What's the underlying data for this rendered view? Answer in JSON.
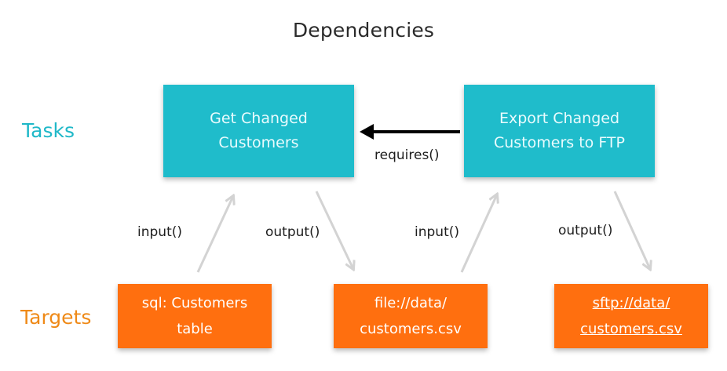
{
  "title": "Dependencies",
  "rows": {
    "tasks": "Tasks",
    "targets": "Targets"
  },
  "tasks": [
    {
      "line1": "Get Changed",
      "line2": "Customers"
    },
    {
      "line1": "Export Changed",
      "line2": "Customers to FTP"
    }
  ],
  "targets": [
    {
      "line1": "sql: Customers",
      "line2": "table"
    },
    {
      "line1": "file://data/",
      "line2": "customers.csv"
    },
    {
      "line1": "sftp://data/",
      "line2": "customers.csv"
    }
  ],
  "edges": {
    "requires": "requires()",
    "input_1": "input()",
    "output_1": "output()",
    "input_2": "input()",
    "output_2": "output()"
  },
  "colors": {
    "task": "#1fbccb",
    "target": "#ff6f0f",
    "tasks_label": "#1fb8c8",
    "targets_label": "#ef8a18",
    "requires_arrow": "#000000",
    "io_arrow": "#d3d3d3"
  }
}
